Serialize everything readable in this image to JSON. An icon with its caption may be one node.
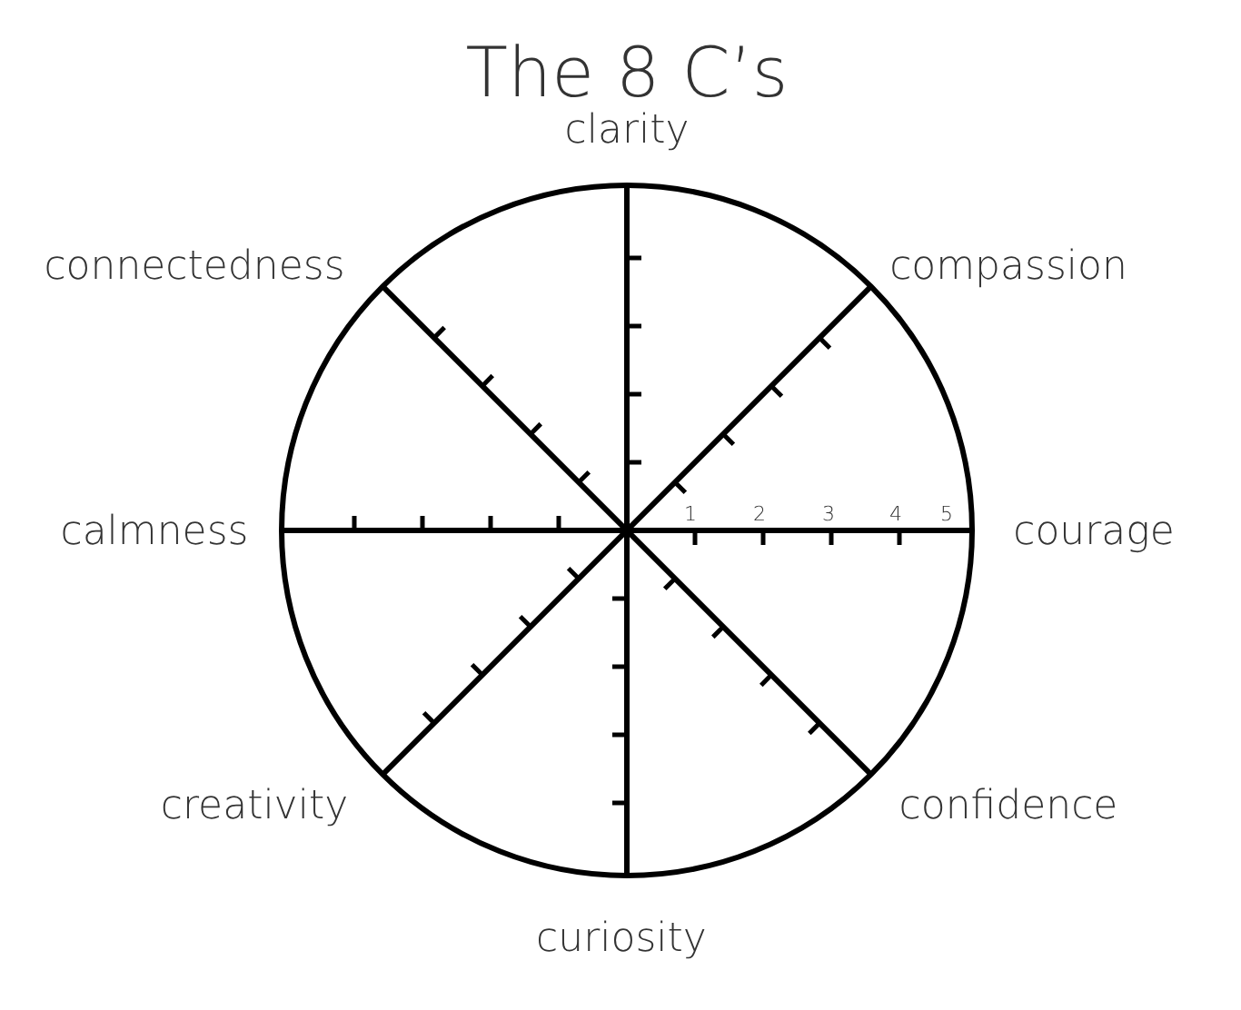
{
  "diagram": {
    "title": "The 8 C’s",
    "labels": [
      "clarity",
      "connectedness",
      "compassion",
      "calmness",
      "1",
      "2",
      "3",
      "4",
      "5",
      "courage",
      "creativity",
      "confidence",
      "curiosity"
    ]
  }
}
